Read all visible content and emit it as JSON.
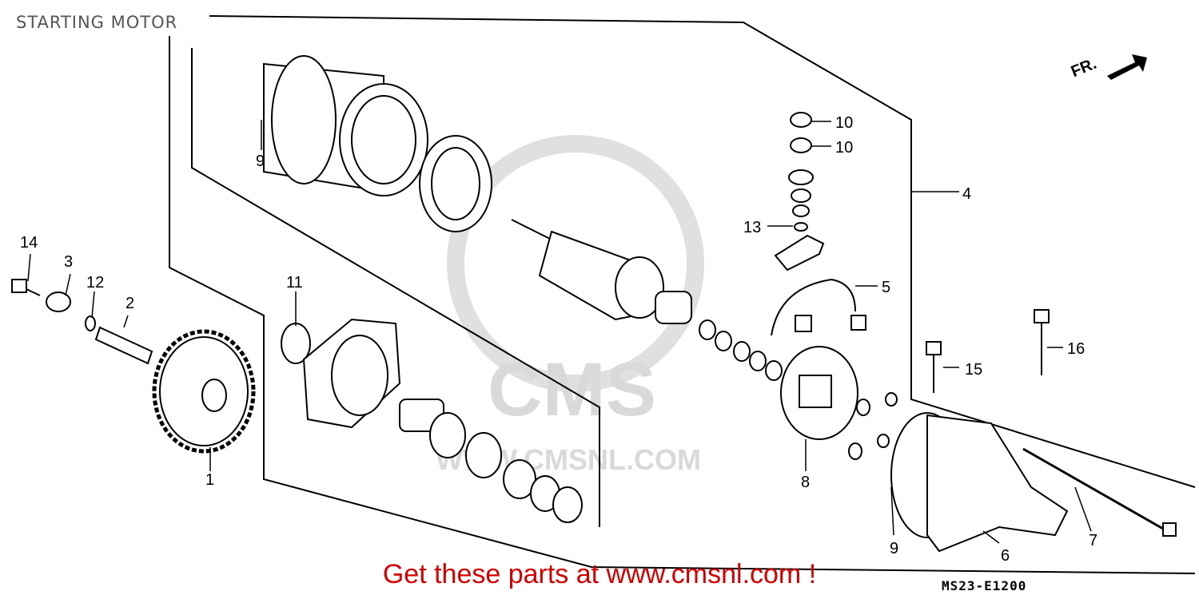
{
  "title": "STARTING MOTOR",
  "watermark": {
    "brand": "CMS",
    "url": "WWW.CMSNL.COM"
  },
  "direction_marker": "FR.",
  "footer": {
    "promo": "Get these parts at www.cmsnl.com !",
    "diagram_code": "MS23-E1200"
  },
  "callouts": [
    {
      "id": "c1",
      "text": "1"
    },
    {
      "id": "c2",
      "text": "2"
    },
    {
      "id": "c3",
      "text": "3"
    },
    {
      "id": "c4",
      "text": "4"
    },
    {
      "id": "c5",
      "text": "5"
    },
    {
      "id": "c6",
      "text": "6"
    },
    {
      "id": "c7",
      "text": "7"
    },
    {
      "id": "c8",
      "text": "8"
    },
    {
      "id": "c9a",
      "text": "9"
    },
    {
      "id": "c9b",
      "text": "9"
    },
    {
      "id": "c10a",
      "text": "10"
    },
    {
      "id": "c10b",
      "text": "10"
    },
    {
      "id": "c11",
      "text": "11"
    },
    {
      "id": "c12",
      "text": "12"
    },
    {
      "id": "c13",
      "text": "13"
    },
    {
      "id": "c14",
      "text": "14"
    },
    {
      "id": "c15",
      "text": "15"
    },
    {
      "id": "c16",
      "text": "16"
    }
  ],
  "colors": {
    "line": "#000000",
    "watermark": "#d9d9d9",
    "promo": "#d40000"
  }
}
